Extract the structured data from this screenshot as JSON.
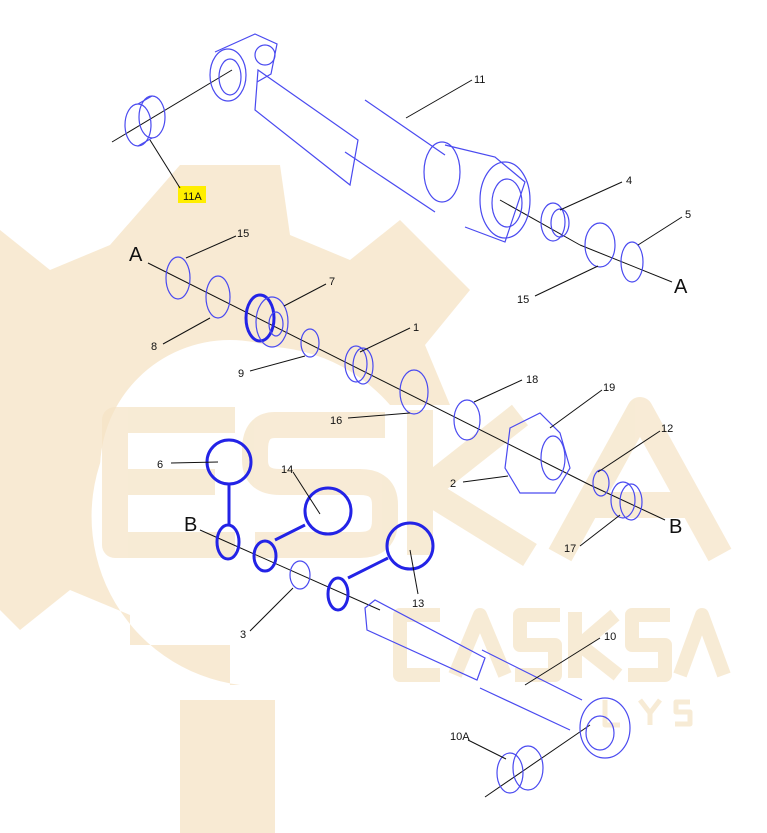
{
  "diagram": {
    "watermark": {
      "text": "ESKA",
      "subtext": "CASKSA",
      "tagline": "ALYS"
    },
    "highlight_color": "#ffee00",
    "part_color": "#4a4af0",
    "labels": {
      "p11": "11",
      "p11A": "11A",
      "p4": "4",
      "p5": "5",
      "p15a": "15",
      "p15b": "15",
      "p7": "7",
      "p8": "8",
      "p1": "1",
      "p9": "9",
      "p18": "18",
      "p19": "19",
      "p16": "16",
      "p12": "12",
      "p6": "6",
      "p14": "14",
      "p2": "2",
      "p17": "17",
      "p13": "13",
      "p3": "3",
      "p10": "10",
      "p10A": "10A"
    },
    "refs": {
      "A1": "A",
      "A2": "A",
      "B1": "B",
      "B2": "B"
    }
  }
}
